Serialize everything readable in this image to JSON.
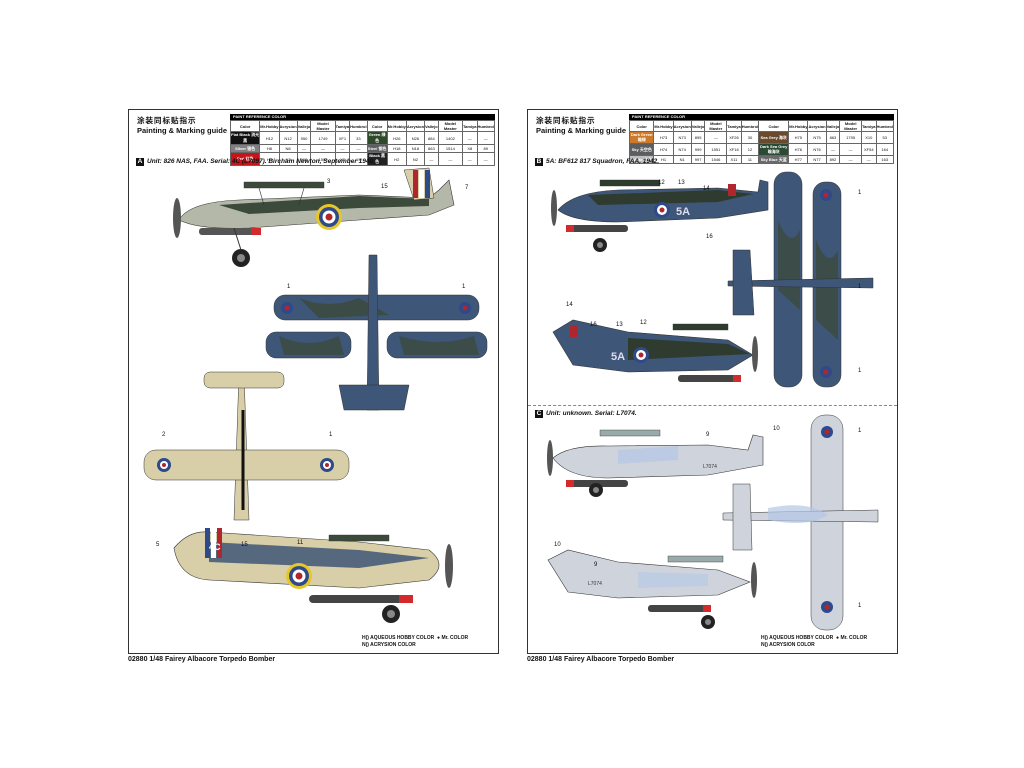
{
  "header": {
    "title_cn": "涂装同标贴指示",
    "title_en": "Painting & Marking guide"
  },
  "paint_ref": {
    "title": "PAINT REFERENCE COLOR",
    "columns": [
      "Color",
      "Mr.Hobby",
      "Acrysion",
      "Vallejo",
      "Model Master",
      "Tamiya",
      "Humbrol"
    ]
  },
  "left_paint_rows": {
    "a": [
      {
        "color": "Flat Black 消光黑",
        "hobby": "H12",
        "acry": "N12",
        "vallejo": "950",
        "mm": "1749",
        "tamiya": "XF1",
        "humbrol": "33",
        "hex": "#111111"
      },
      {
        "color": "Silver 银色",
        "hobby": "H8",
        "acry": "N8",
        "vallejo": "—",
        "mm": "—",
        "tamiya": "—",
        "humbrol": "—",
        "hex": "#808080"
      },
      {
        "color": "Red 红色",
        "hobby": "H3",
        "acry": "N3",
        "vallejo": "908",
        "mm": "1503",
        "tamiya": "X7",
        "humbrol": "19",
        "hex": "#c9131a"
      }
    ],
    "b": [
      {
        "color": "Green 绿色",
        "hobby": "H26",
        "acry": "N26",
        "vallejo": "884",
        "mm": "1402",
        "tamiya": "—",
        "humbrol": "—",
        "hex": "#2f4a2a"
      },
      {
        "color": "Steel 钢色",
        "hobby": "H18",
        "acry": "N18",
        "vallejo": "863",
        "mm": "1514",
        "tamiya": "X8",
        "humbrol": "89",
        "hex": "#5a5f60"
      },
      {
        "color": "Black 黑色",
        "hobby": "H2",
        "acry": "N2",
        "vallejo": "—",
        "mm": "—",
        "tamiya": "—",
        "humbrol": "—",
        "hex": "#222222"
      }
    ]
  },
  "right_paint_rows": {
    "a": [
      {
        "color": "Dark Green 暗绿",
        "hobby": "H73",
        "acry": "N73",
        "vallejo": "895",
        "mm": "—",
        "tamiya": "XF26",
        "humbrol": "30",
        "hex": "#cc7a2a"
      },
      {
        "color": "Sky 天空色",
        "hobby": "H74",
        "acry": "N74",
        "vallejo": "999",
        "mm": "1551",
        "tamiya": "XF16",
        "humbrol": "12",
        "hex": "#5b5d5f"
      },
      {
        "color": "White 白色",
        "hobby": "H1",
        "acry": "N1",
        "vallejo": "997",
        "mm": "1546",
        "tamiya": "X11",
        "humbrol": "11",
        "hex": "#bdbdbd"
      }
    ],
    "b": [
      {
        "color": "Sea Grey 海灰",
        "hobby": "H75",
        "acry": "N75",
        "vallejo": "863",
        "mm": "1795",
        "tamiya": "X10",
        "humbrol": "53",
        "hex": "#6a4a2c"
      },
      {
        "color": "Dark Sea Grey 暗海灰",
        "hobby": "H76",
        "acry": "N76",
        "vallejo": "—",
        "mm": "—",
        "tamiya": "XF54",
        "humbrol": "164",
        "hex": "#2b4a33"
      },
      {
        "color": "Sky Blue 天蓝",
        "hobby": "H77",
        "acry": "N77",
        "vallejo": "892",
        "mm": "—",
        "tamiya": "—",
        "humbrol": "163",
        "hex": "#6a6a6a"
      }
    ]
  },
  "sections": {
    "a": {
      "letter": "A",
      "text": "Unit: 826 NAS, FAA. Serial: 4C (L7097). Bircham Newton, September 1940."
    },
    "b": {
      "letter": "B",
      "text": "5A: BF612 817 Squadron, FAA, 1942."
    },
    "c": {
      "letter": "C",
      "text": "Unit: unknown. Serial: L7074."
    }
  },
  "legend": {
    "line1": "H() AQUEOUS HOBBY COLOR",
    "line1b": "Mr. COLOR",
    "line2": "N() ACRYSION COLOR"
  },
  "footer": {
    "text": "02880 1/48 Fairey Albacore Torpedo Bomber"
  },
  "callouts_left": [
    "3",
    "15",
    "7",
    "1",
    "1",
    "2",
    "1",
    "5",
    "15",
    "11"
  ],
  "callouts_right": [
    "12",
    "13",
    "14",
    "16",
    "1",
    "1",
    "1",
    "14",
    "16",
    "13",
    "12",
    "10",
    "9",
    "1",
    "1",
    "10",
    "9"
  ],
  "codes": {
    "a_side": "4C",
    "b_side": "5A",
    "c_side": "L7074"
  },
  "colors": {
    "dark_green": "#3b4a3a",
    "sea_blue": "#3e5677",
    "sand": "#d8cfa8",
    "sky": "#cfd4dc",
    "roundel_red": "#b0262d",
    "roundel_blue": "#2e4a8a",
    "roundel_yellow": "#e7c62a",
    "torpedo_red": "#d32b2b"
  }
}
